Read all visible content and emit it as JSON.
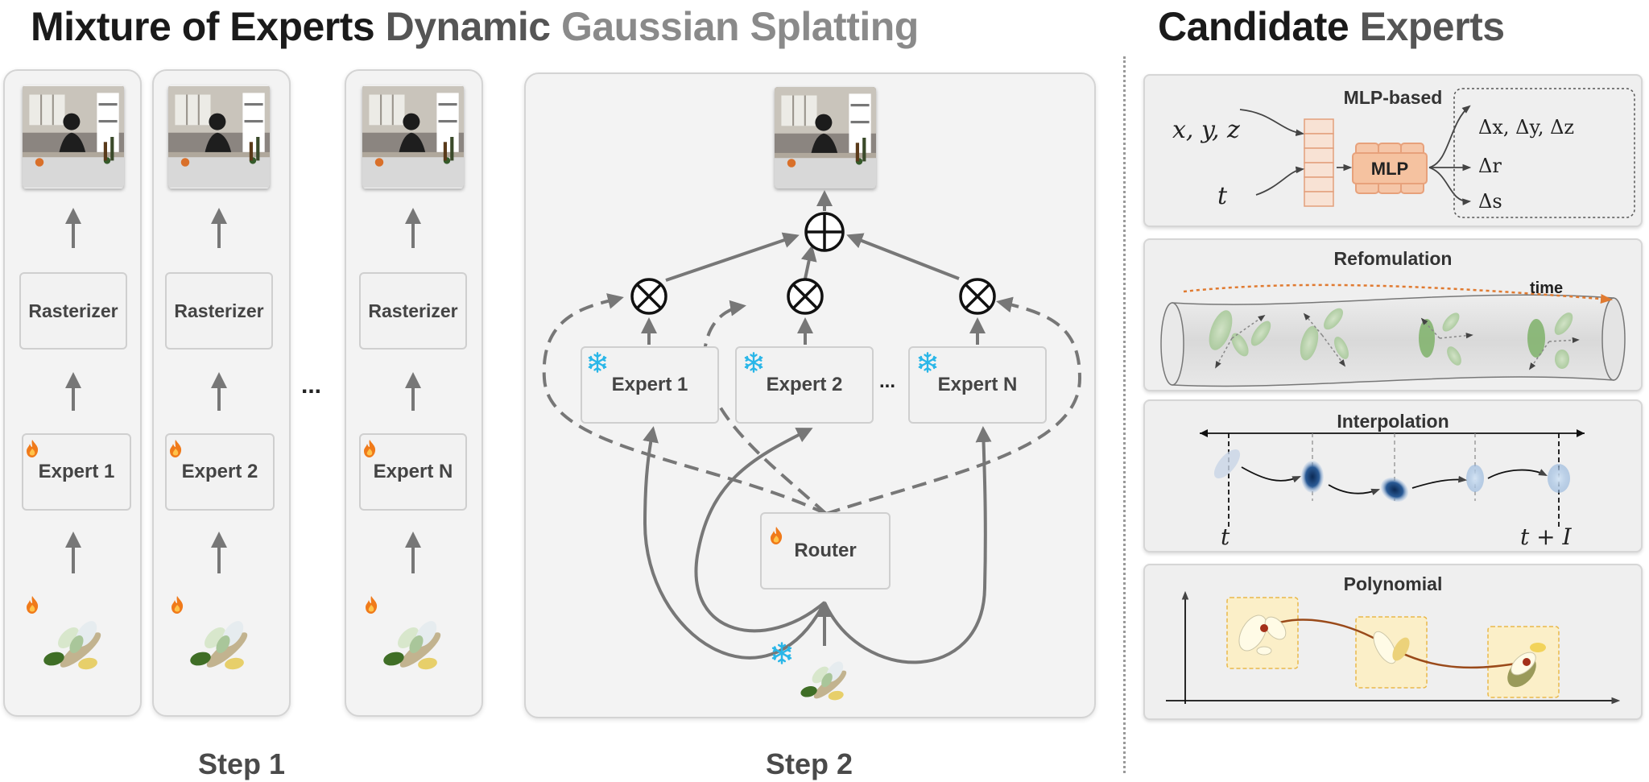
{
  "header": {
    "title_part1": "Mixture of Experts",
    "title_part2": "Dynamic",
    "title_part3": "Gaussian Splatting",
    "right_title_part1": "Candidate",
    "right_title_part2": "Experts"
  },
  "step1": {
    "columns": [
      {
        "rasterizer": "Rasterizer",
        "expert": "Expert 1"
      },
      {
        "rasterizer": "Rasterizer",
        "expert": "Expert 2"
      },
      {
        "rasterizer": "Rasterizer",
        "expert": "Expert N"
      }
    ],
    "ellipsis": "...",
    "label": "Step 1"
  },
  "step2": {
    "experts": [
      "Expert 1",
      "Expert 2",
      "Expert N"
    ],
    "ellipsis": "...",
    "router": "Router",
    "label": "Step 2"
  },
  "candidates": {
    "mlp": {
      "title": "MLP-based",
      "input_xyz": "x, y, z",
      "input_t": "t",
      "block": "MLP",
      "outputs": [
        "Δx, Δy, Δz",
        "Δr",
        "Δs"
      ]
    },
    "reformulation": {
      "title": "Refomulation",
      "time_label": "time"
    },
    "interpolation": {
      "title": "Interpolation",
      "start": "t",
      "end": "t + I"
    },
    "polynomial": {
      "title": "Polynomial"
    }
  },
  "colors": {
    "fire": "#f07a1a",
    "snow": "#29b6e8",
    "mlp_fill": "#f6c9ad",
    "mlp_border": "#e49c78",
    "time_arrow": "#e07a30",
    "poly_curve": "#9a4a1a"
  },
  "icons": [
    "fire-icon",
    "snowflake-icon",
    "multiply-icon",
    "plus-circle-icon",
    "gaussian-icon",
    "scene-thumbnail"
  ]
}
